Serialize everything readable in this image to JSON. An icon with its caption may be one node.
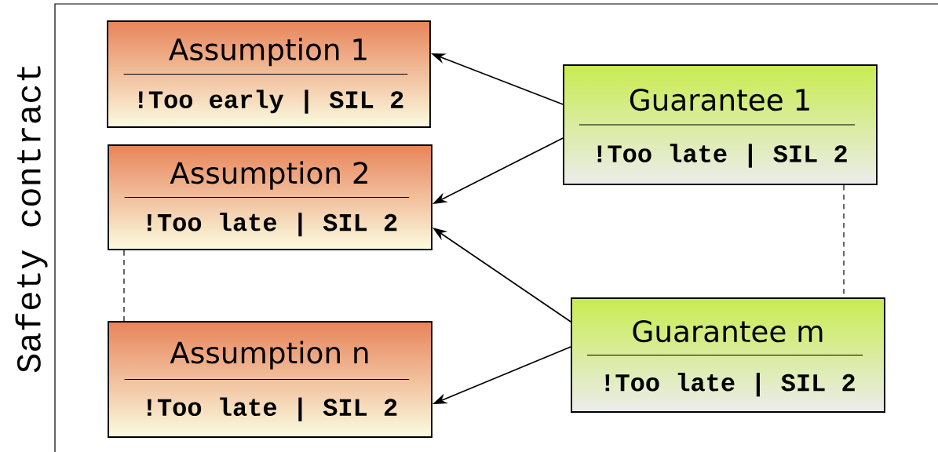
{
  "diagram": {
    "nodes": [
      {
        "text": [
          "Assumption 1",
          "!Too early | SIL 2"
        ]
      },
      {
        "text": [
          "Assumption 2",
          "!Too late | SIL 2"
        ]
      },
      {
        "text": [
          "Assumption n",
          "!Too late | SIL 2"
        ]
      },
      {
        "text": [
          "Guarantee 1",
          "!Too late | SIL 2"
        ]
      },
      {
        "text": [
          "Guarantee m",
          "!Too late | SIL 2"
        ]
      }
    ],
    "edges": [
      {
        "from": 3,
        "to": 0,
        "arrow": "to"
      },
      {
        "from": 3,
        "to": 1,
        "arrow": "to"
      },
      {
        "from": 4,
        "to": 1,
        "arrow": "to"
      },
      {
        "from": 4,
        "to": 2,
        "arrow": "to"
      },
      {
        "from": 1,
        "to": 2,
        "arrow": "none",
        "style": "dashed"
      },
      {
        "from": 3,
        "to": 4,
        "arrow": "none",
        "style": "dashed"
      }
    ],
    "labels": [
      "Safety contract"
    ]
  }
}
